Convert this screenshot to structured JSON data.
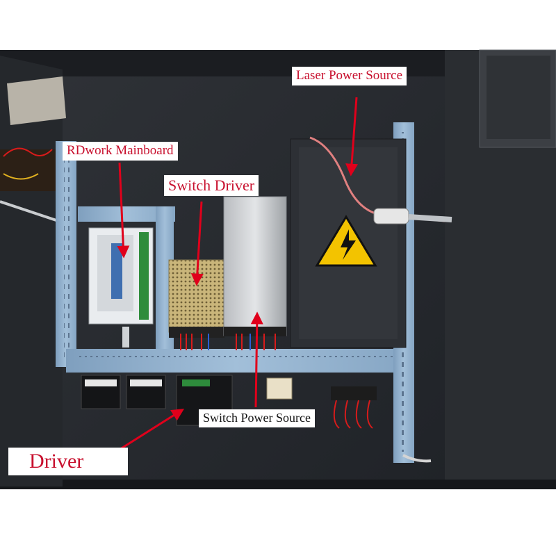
{
  "callouts": {
    "laser_power_source": "Laser Power Source",
    "rdwork_mainboard": "RDwork Mainboard",
    "switch_driver": "Switch Driver",
    "switch_power_source": "Switch Power Source",
    "driver": "Driver"
  },
  "colors": {
    "label_text": "#c8102e",
    "arrow": "#e0001b",
    "cabinet": "#2b2e33",
    "frame": "#8fb0cf",
    "warning": "#f3c300"
  }
}
